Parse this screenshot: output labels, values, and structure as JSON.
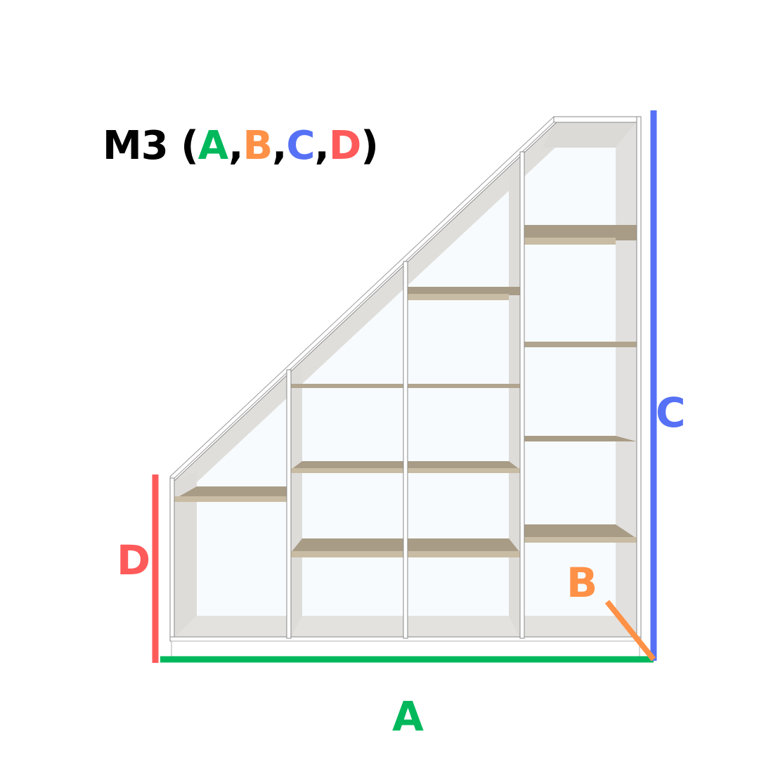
{
  "title": {
    "model": "M3 (",
    "a": "A",
    "b": "B",
    "c": "C",
    "d": "D",
    "comma": ",",
    "close": ")"
  },
  "dimensions": {
    "a": {
      "label": "A",
      "color": "#00b85c"
    },
    "b": {
      "label": "B",
      "color": "#ff9147"
    },
    "c": {
      "label": "C",
      "color": "#5671f5"
    },
    "d": {
      "label": "D",
      "color": "#ff5a5a"
    }
  },
  "colors": {
    "panel": "#ffffff",
    "panel_edge": "#8a8a8a",
    "inner_side": "#e2e0de",
    "back": "#f7fbfd",
    "shelf_top": "#a99c86",
    "shelf_front": "#c9bca4"
  }
}
